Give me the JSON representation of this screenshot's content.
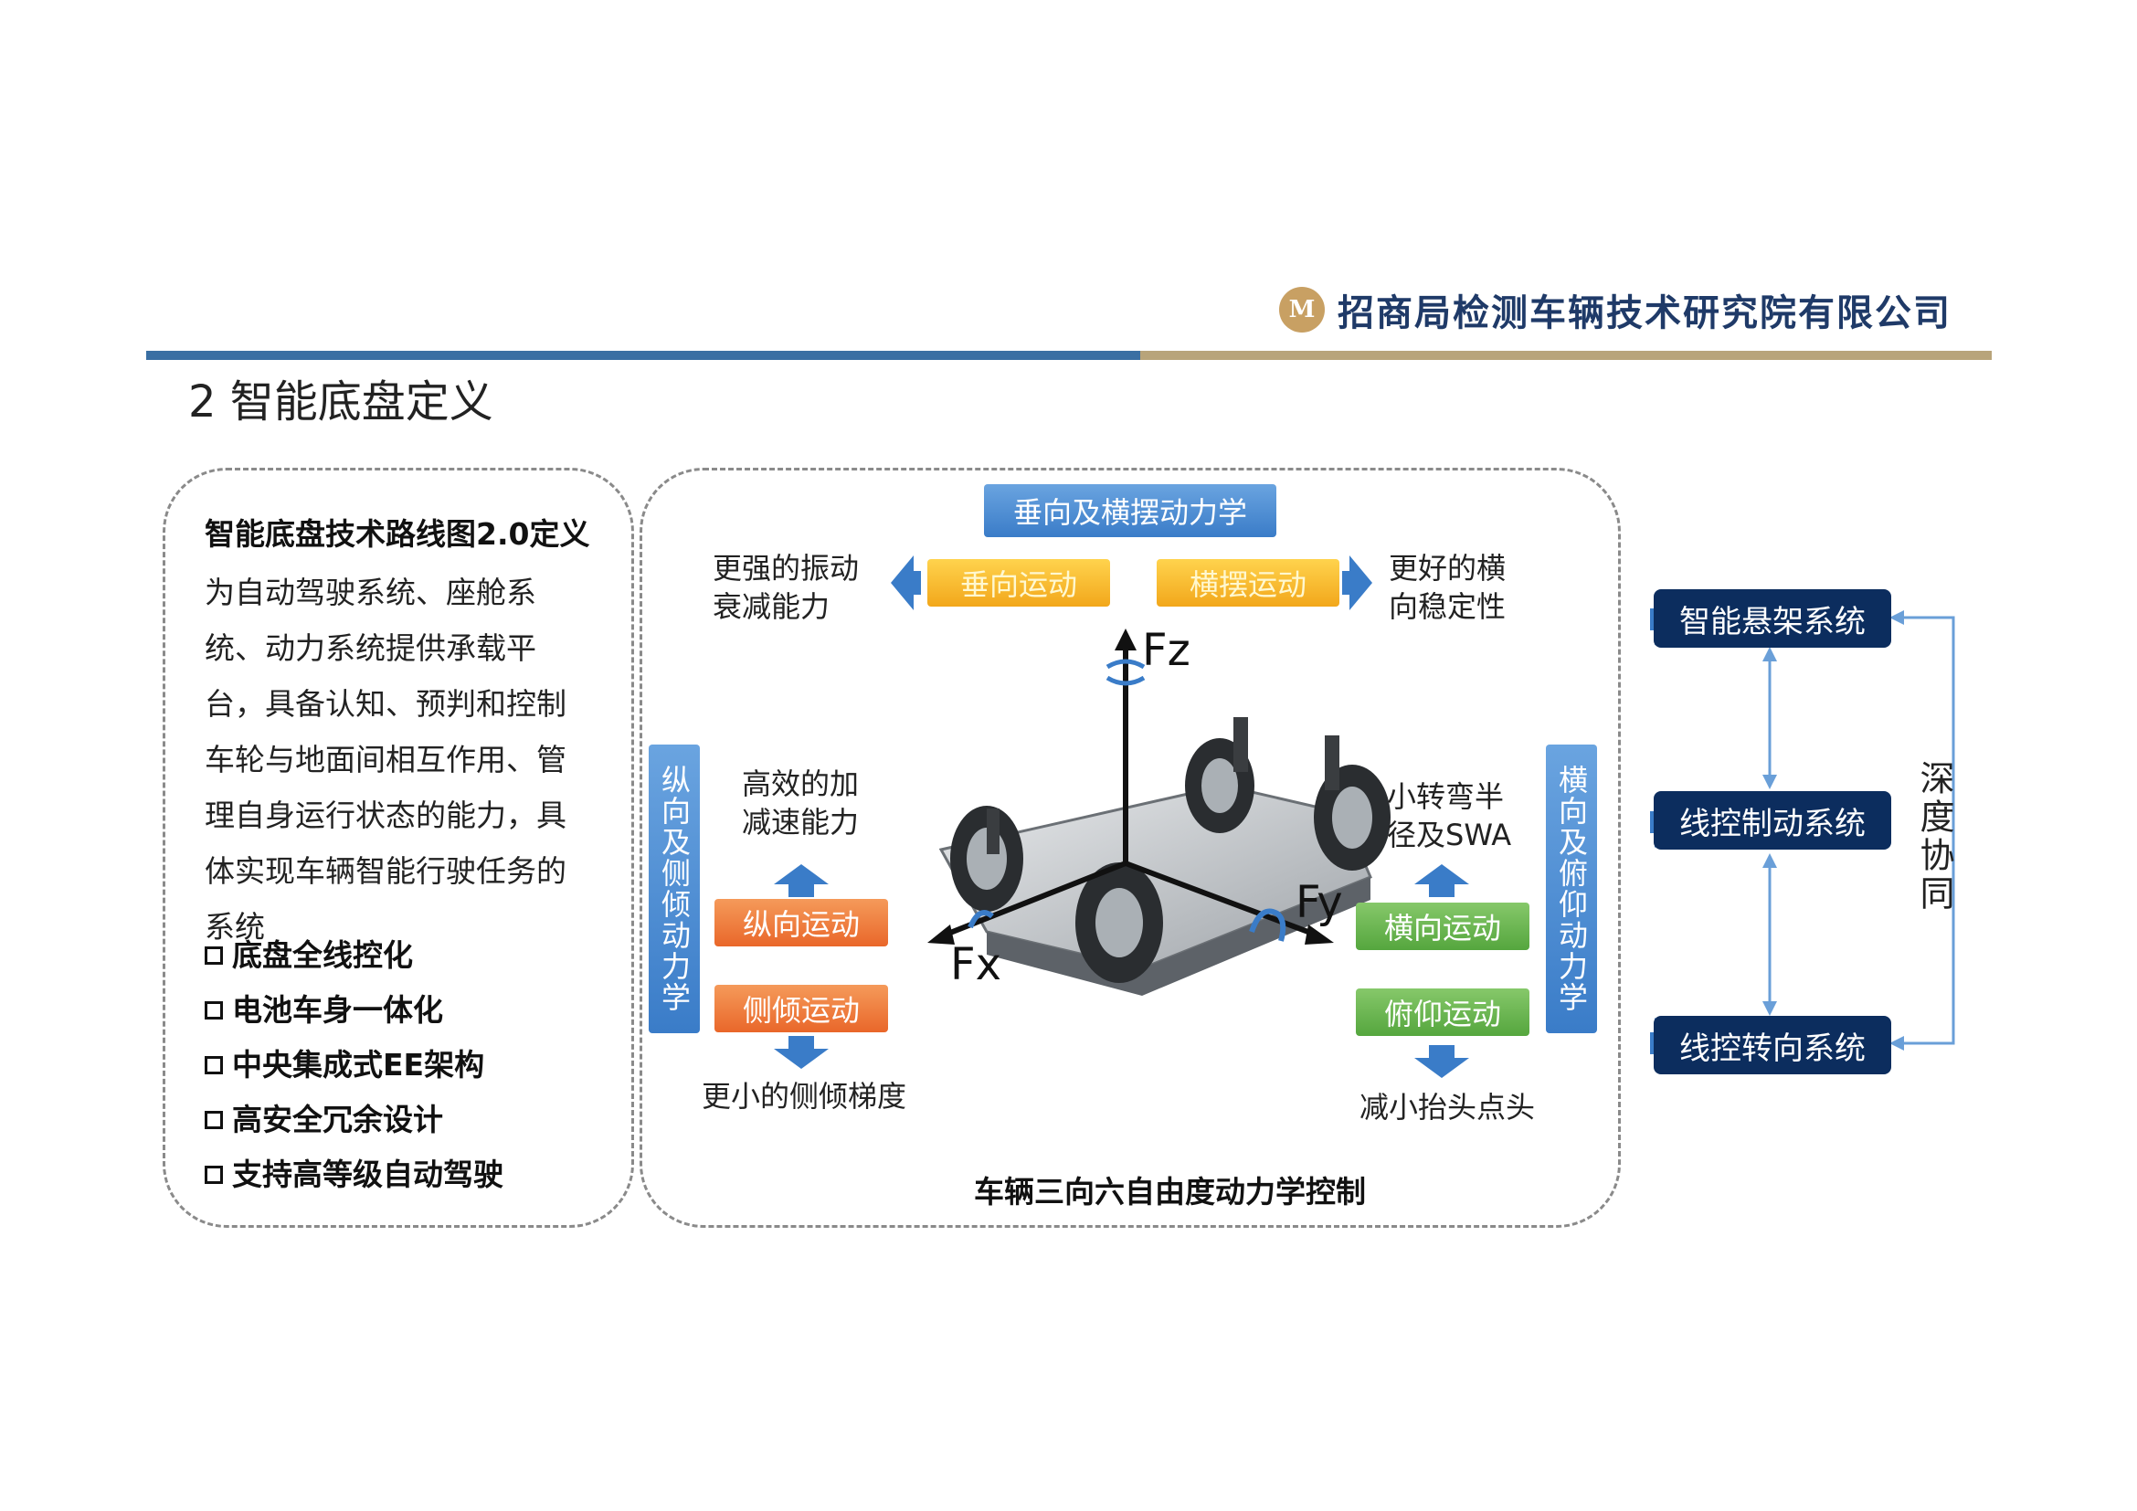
{
  "header": {
    "logo_text": "M",
    "company_name": "招商局检测车辆技术研究院有限公司",
    "page_title": "2 智能底盘定义"
  },
  "definition": {
    "title": "智能底盘技术路线图2.0定义",
    "body": "为自动驾驶系统、座舱系统、动力系统提供承载平台，具备认知、预判和控制车轮与地面间相互作用、管理自身运行状态的能力，具体实现车辆智能行驶任务的系统",
    "features": [
      "底盘全线控化",
      "电池车身一体化",
      "中央集成式EE架构",
      "高安全冗余设计",
      "支持高等级自动驾驶"
    ]
  },
  "dynamics": {
    "top_label": "垂向及横摆动力学",
    "vertical_motion": "垂向运动",
    "yaw_motion": "横摆运动",
    "vertical_effect_1": "更强的振动",
    "vertical_effect_2": "衰减能力",
    "yaw_effect_1": "更好的横",
    "yaw_effect_2": "向稳定性",
    "left_side_label": "纵向及侧倾动力学",
    "longitudinal_effect_1": "高效的加",
    "longitudinal_effect_2": "减速能力",
    "longitudinal_motion": "纵向运动",
    "roll_motion": "侧倾运动",
    "roll_effect": "更小的侧倾梯度",
    "right_side_label": "横向及俯仰动力学",
    "lateral_effect_1": "小转弯半",
    "lateral_effect_2": "径及SWA",
    "lateral_motion": "横向运动",
    "pitch_motion": "俯仰运动",
    "pitch_effect": "减小抬头点头",
    "axis_z": "Fz",
    "axis_x": "Fx",
    "axis_y": "Fy",
    "caption": "车辆三向六自由度动力学控制"
  },
  "systems": {
    "items": [
      "智能悬架系统",
      "线控制动系统",
      "线控转向系统"
    ],
    "coordination_label": "深度协同"
  },
  "colors": {
    "navy": "#0c2d5e",
    "blue": "#3a7cc8",
    "yellow": "#f2a71b",
    "orange": "#e9672a",
    "green": "#55a63e",
    "bar_blue": "#3a6fa3",
    "bar_gold": "#b8a47a"
  }
}
